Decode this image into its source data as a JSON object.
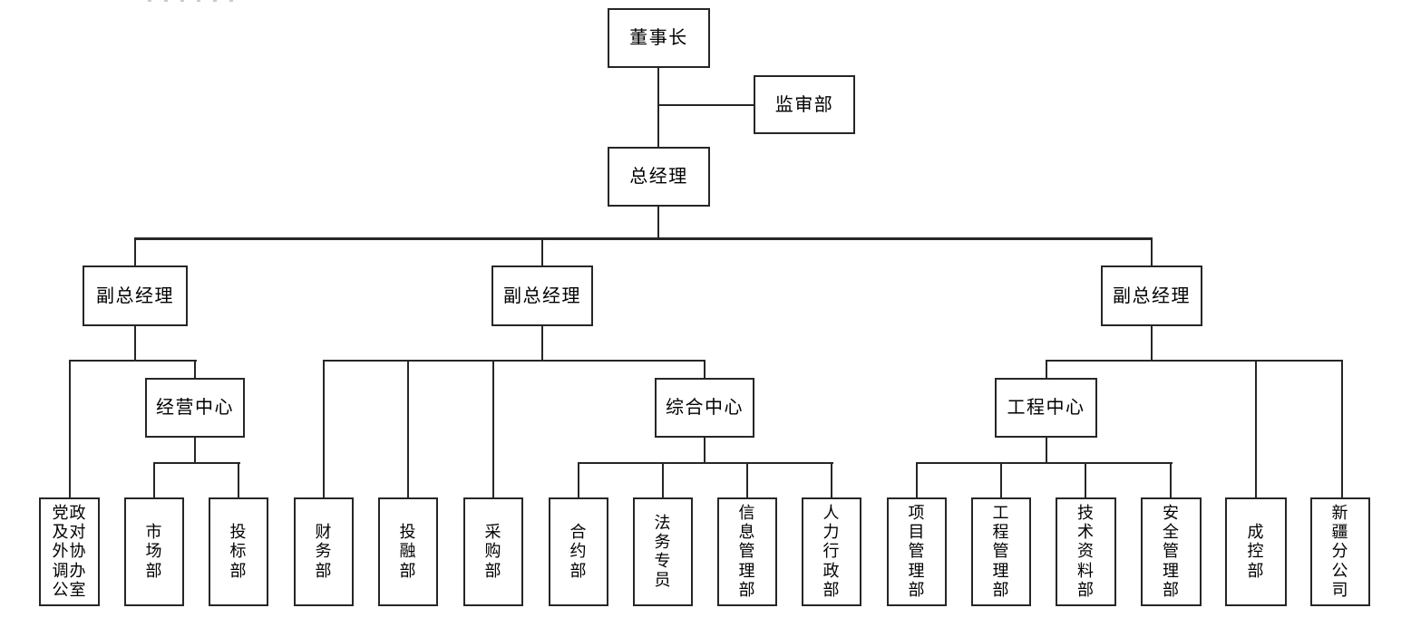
{
  "nodes": {
    "chairman": {
      "label": "董事长",
      "display": "董事长"
    },
    "audit_dept": {
      "label": "监审部",
      "display": "监审部"
    },
    "general_manager": {
      "label": "总经理",
      "display": "总经理"
    },
    "deputy_gm_left": {
      "label": "副总经理",
      "display": "副总经理"
    },
    "deputy_gm_middle": {
      "label": "副总经理",
      "display": "副总经理"
    },
    "deputy_gm_right": {
      "label": "副总经理",
      "display": "副总经理"
    },
    "business_center": {
      "label": "经营中心",
      "display": "经营中心"
    },
    "comprehensive_center": {
      "label": "综合中心",
      "display": "综合中心"
    },
    "engineering_center": {
      "label": "工程中心",
      "display": "工程中心"
    },
    "party_external_office": {
      "label": "党政及对外协调办公室",
      "display": "党政\n及对\n外协\n调办\n公室"
    },
    "market_dept": {
      "label": "市场部",
      "display": "市\n场\n部"
    },
    "bidding_dept": {
      "label": "投标部",
      "display": "投\n标\n部"
    },
    "finance_dept": {
      "label": "财务部",
      "display": "财\n务\n部"
    },
    "investment_dept": {
      "label": "投融部",
      "display": "投\n融\n部"
    },
    "procurement_dept": {
      "label": "采购部",
      "display": "采\n购\n部"
    },
    "contract_dept": {
      "label": "合约部",
      "display": "合\n约\n部"
    },
    "legal_specialist": {
      "label": "法务专员",
      "display": "法\n务\n专\n员"
    },
    "info_mgmt_dept": {
      "label": "信息管理部",
      "display": "信\n息\n管\n理\n部"
    },
    "hr_admin_dept": {
      "label": "人力行政部",
      "display": "人\n力\n行\n政\n部"
    },
    "project_mgmt_dept": {
      "label": "项目管理部",
      "display": "项\n目\n管\n理\n部"
    },
    "eng_mgmt_dept": {
      "label": "工程管理部",
      "display": "工\n程\n管\n理\n部"
    },
    "tech_data_dept": {
      "label": "技术资料部",
      "display": "技\n术\n资\n料\n部"
    },
    "safety_mgmt_dept": {
      "label": "安全管理部",
      "display": "安\n全\n管\n理\n部"
    },
    "cost_control_dept": {
      "label": "成控部",
      "display": "成\n控\n部"
    },
    "xinjiang_branch": {
      "label": "新疆分公司",
      "display": "新\n疆\n分\n公\n司"
    }
  },
  "colors": {
    "line": "#262626",
    "background": "#ffffff",
    "text": "#000000"
  }
}
